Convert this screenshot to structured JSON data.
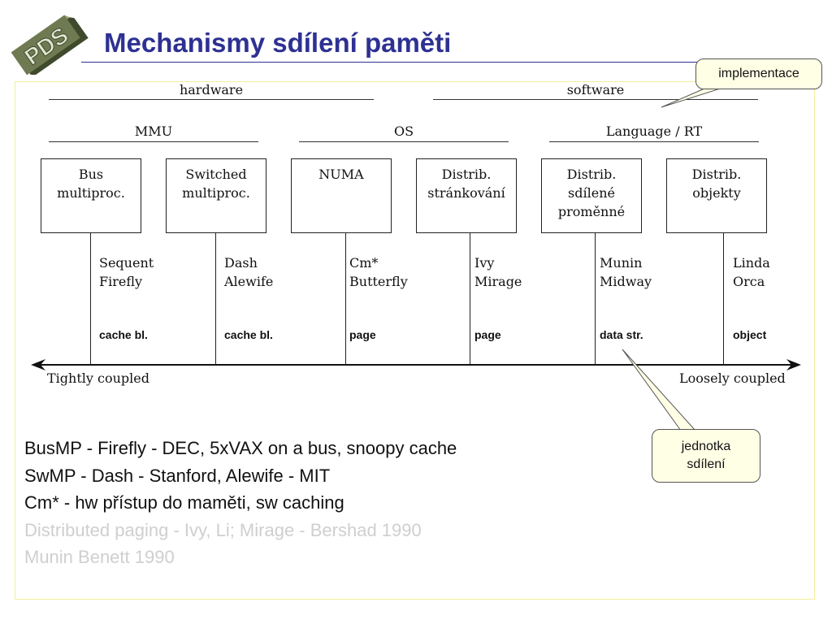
{
  "logo": {
    "text": "PDS"
  },
  "title": "Mechanismy sdílení paměti",
  "top_categories": [
    "hardware",
    "software"
  ],
  "sub_categories": [
    "MMU",
    "OS",
    "Language / RT"
  ],
  "columns": [
    {
      "box": [
        "Bus",
        "multiproc."
      ],
      "examples": [
        "Sequent",
        "Firefly"
      ],
      "unit": "cache bl."
    },
    {
      "box": [
        "Switched",
        "multiproc."
      ],
      "examples": [
        "Dash",
        "Alewife"
      ],
      "unit": "cache bl."
    },
    {
      "box": [
        "NUMA"
      ],
      "examples": [
        "Cm*",
        "Butterfly"
      ],
      "unit": "page"
    },
    {
      "box": [
        "Distrib.",
        "stránkování"
      ],
      "examples": [
        "Ivy",
        "Mirage"
      ],
      "unit": "page"
    },
    {
      "box": [
        "Distrib.",
        "sdílené",
        "proměnné"
      ],
      "examples": [
        "Munin",
        "Midway"
      ],
      "unit": "data str."
    },
    {
      "box": [
        "Distrib.",
        "objekty"
      ],
      "examples": [
        "Linda",
        "Orca"
      ],
      "unit": "object"
    }
  ],
  "axis": {
    "left": "Tightly coupled",
    "right": "Loosely coupled"
  },
  "callouts": {
    "implementation": "implementace",
    "sharing_unit": [
      "jednotka",
      "sdílení"
    ]
  },
  "bullets": [
    {
      "text": "BusMP - Firefly - DEC, 5xVAX on a bus, snoopy cache",
      "dimmed": false
    },
    {
      "text": "SwMP - Dash - Stanford, Alewife - MIT",
      "dimmed": false
    },
    {
      "text": "Cm* - hw přístup do maměti, sw caching",
      "dimmed": false
    },
    {
      "text": "Distributed paging - Ivy, Li;   Mirage - Bershad 1990",
      "dimmed": true
    },
    {
      "text": "Munin Benett 1990",
      "dimmed": true
    }
  ]
}
